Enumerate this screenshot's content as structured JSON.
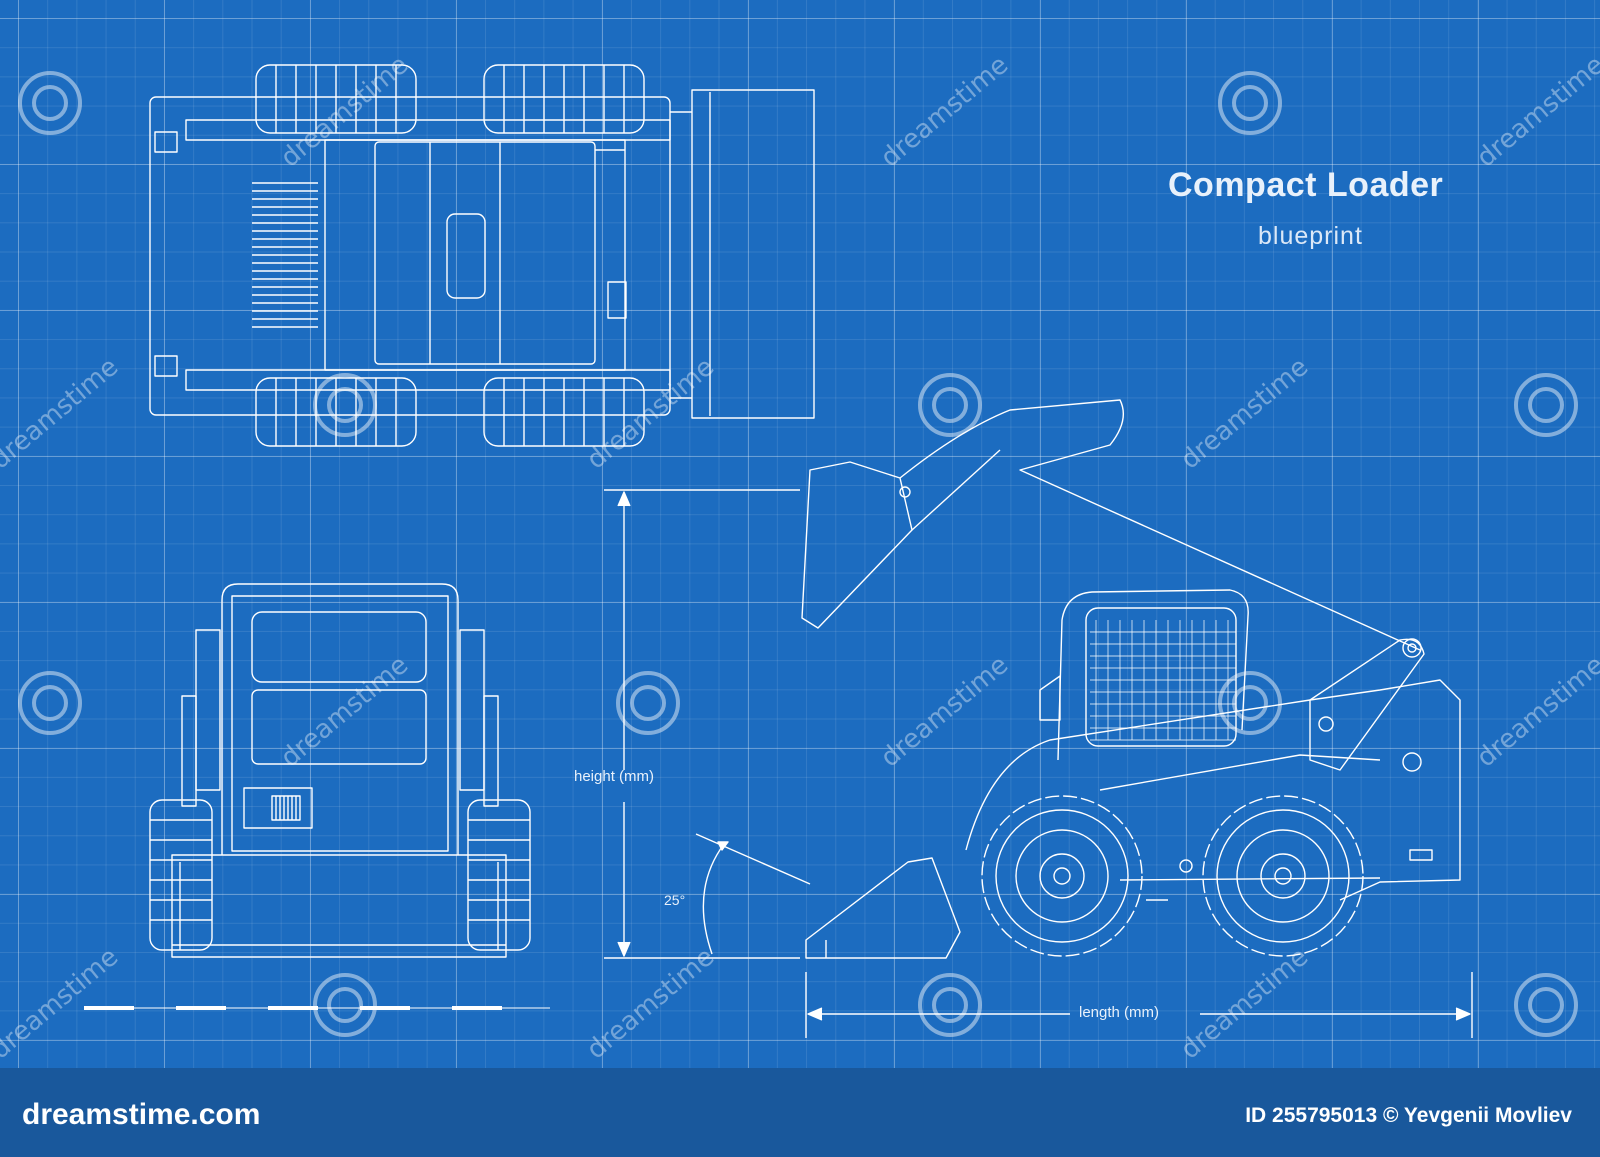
{
  "title": "Compact Loader",
  "subtitle": "blueprint",
  "dimensions": {
    "height_label": "height (mm)",
    "length_label": "length (mm)",
    "angle_label": "25°"
  },
  "watermark_text": "dreamstime",
  "footer": {
    "site": "dreamstime.com",
    "credit": "ID 255795013 © Yevgenii Movliev"
  },
  "colors": {
    "background": "#1c6cc0",
    "line": "#ffffff",
    "footer": "#19589c"
  }
}
